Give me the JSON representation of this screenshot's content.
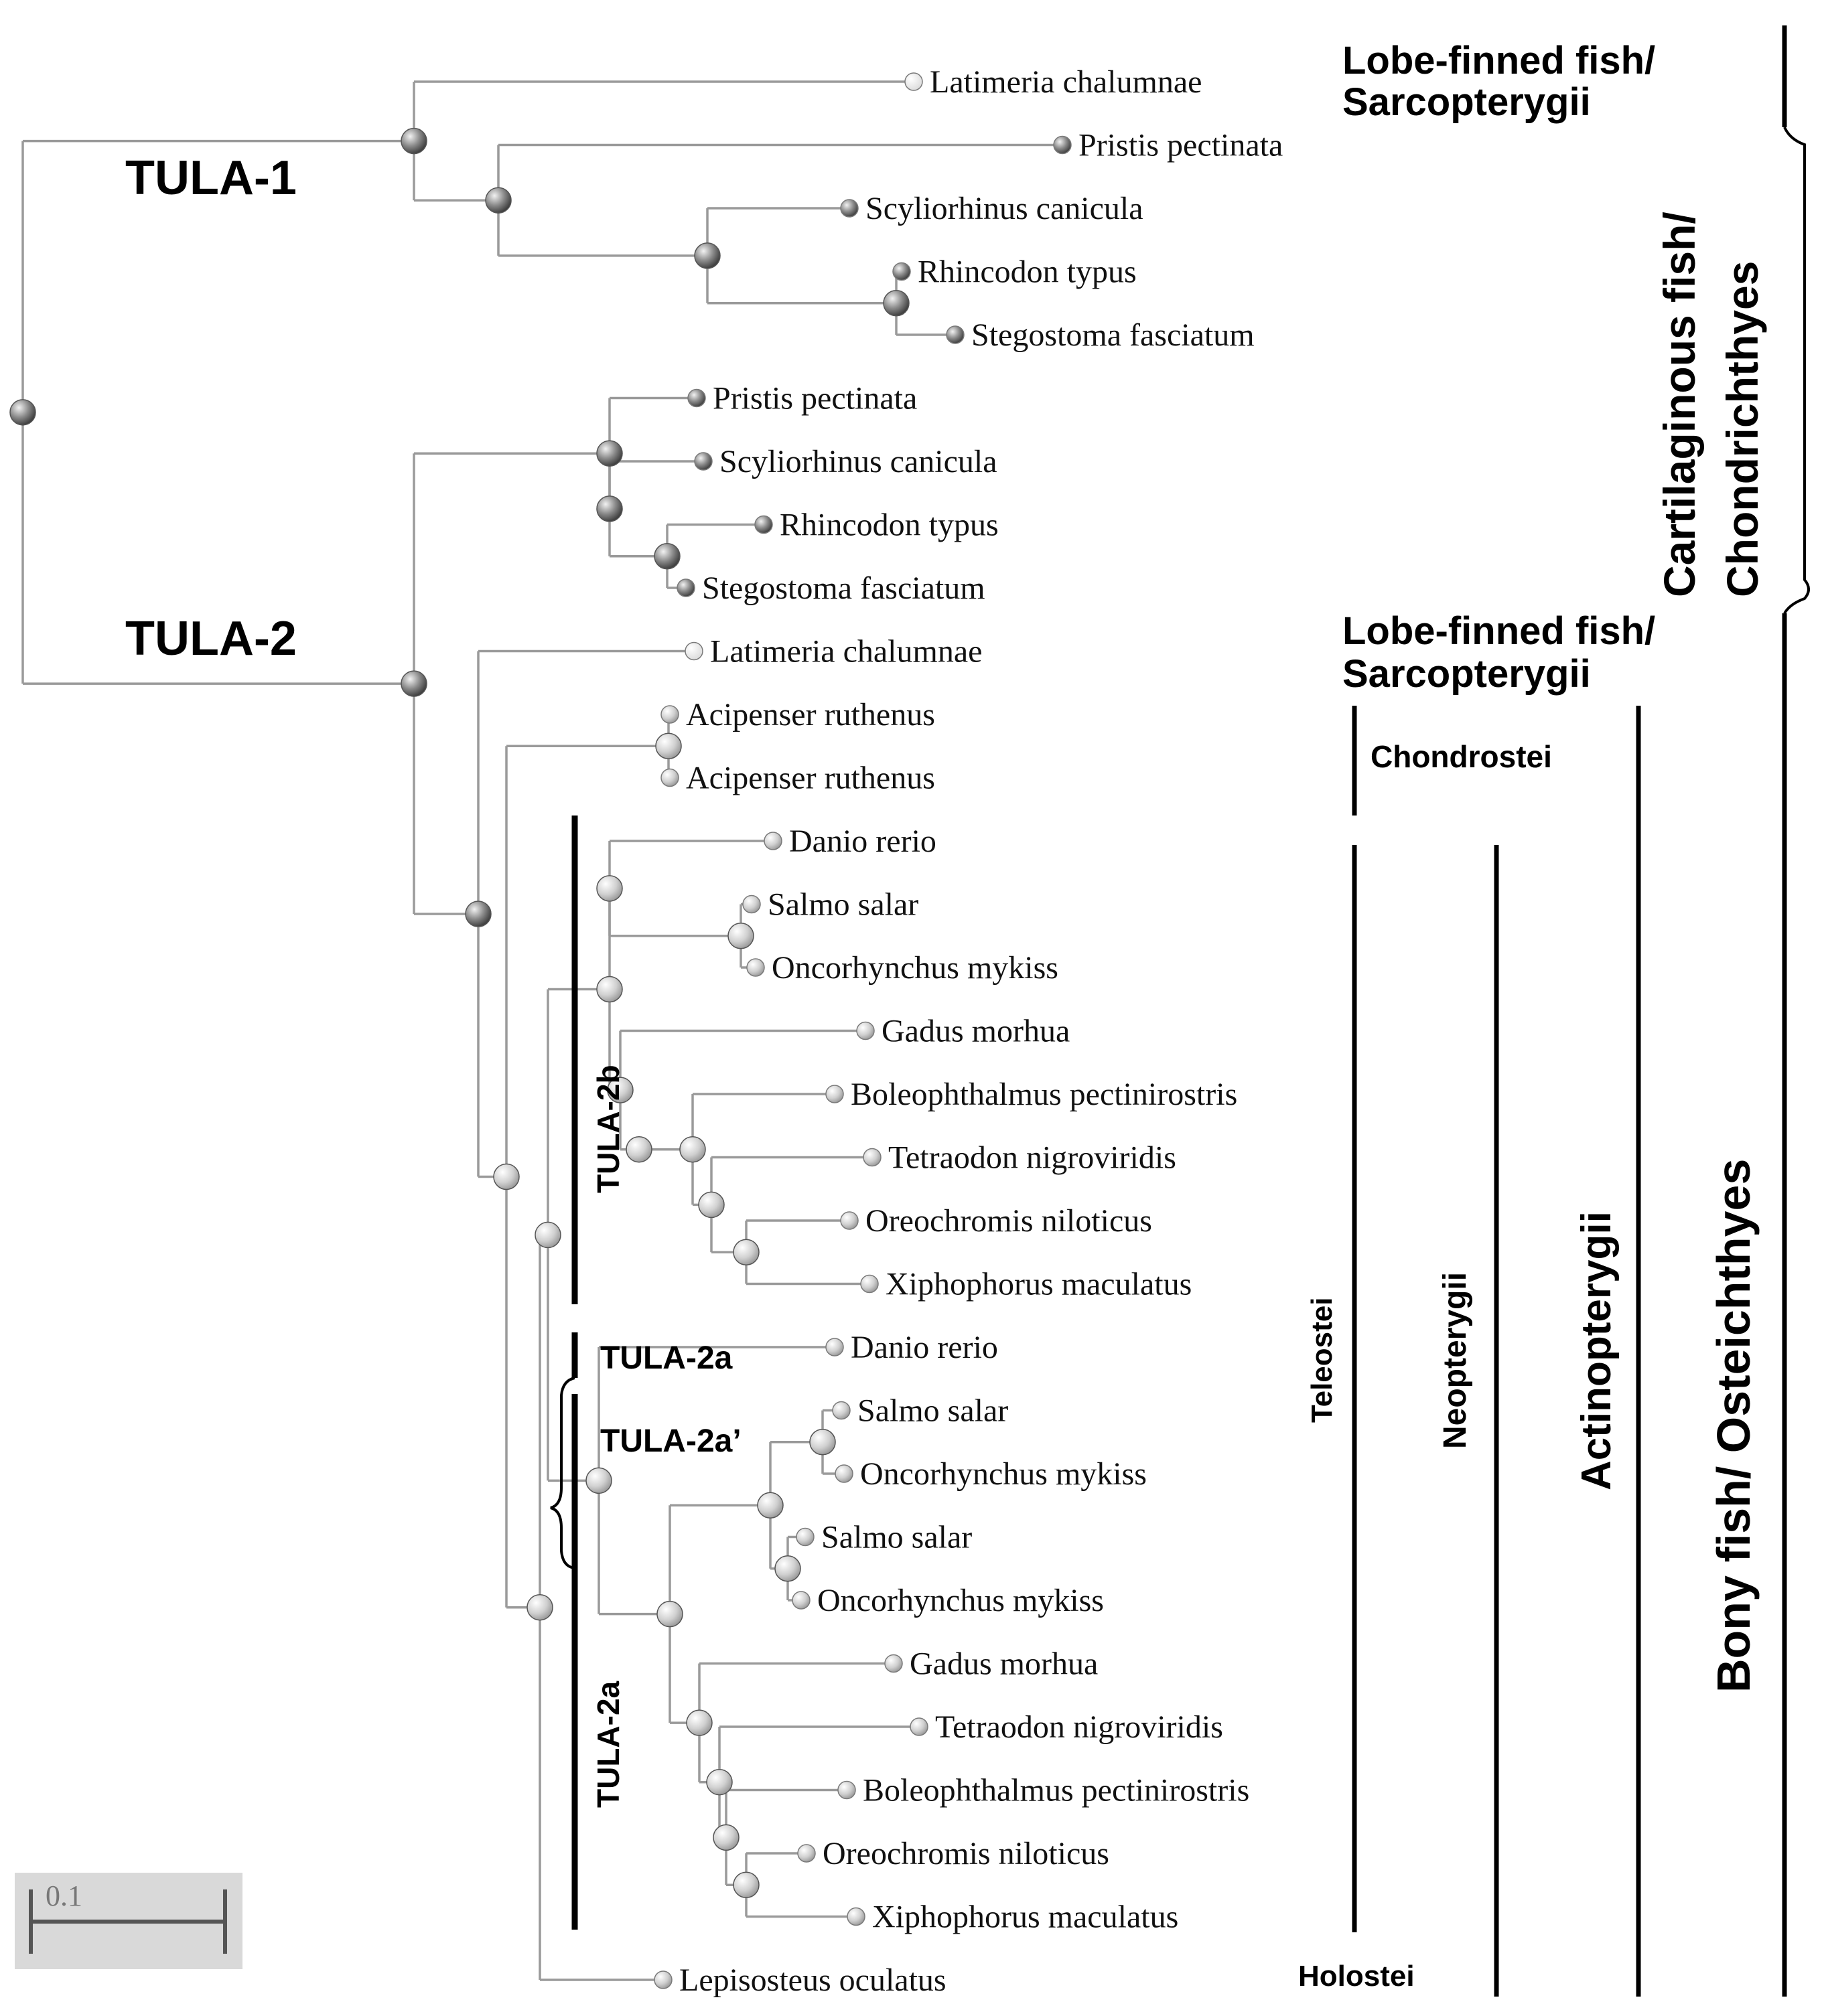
{
  "tree_labels": {
    "tula1": "TULA-1",
    "tula2": "TULA-2",
    "tula2b": "TULA-2b",
    "tula2a_top": "TULA-2a",
    "tula2a_prime": "TULA-2a’",
    "tula2a_vertical": "TULA-2a"
  },
  "taxa": [
    "Latimeria chalumnae",
    "Pristis pectinata",
    "Scyliorhinus canicula",
    "Rhincodon typus",
    "Stegostoma fasciatum",
    "Pristis pectinata",
    "Scyliorhinus canicula",
    "Rhincodon typus",
    "Stegostoma fasciatum",
    "Latimeria chalumnae",
    "Acipenser ruthenus",
    "Acipenser ruthenus",
    "Danio rerio",
    "Salmo salar",
    "Oncorhynchus mykiss",
    "Gadus morhua",
    "Boleophthalmus pectinirostris",
    "Tetraodon nigroviridis",
    "Oreochromis niloticus",
    "Xiphophorus maculatus",
    "Danio rerio",
    "Salmo salar",
    "Oncorhynchus mykiss",
    "Salmo salar",
    "Oncorhynchus mykiss",
    "Gadus morhua",
    "Tetraodon nigroviridis",
    "Boleophthalmus pectinirostris",
    "Oreochromis niloticus",
    "Xiphophorus maculatus",
    "Lepisosteus oculatus"
  ],
  "groups": {
    "lobe_finned_1_line1": "Lobe-finned fish/",
    "lobe_finned_1_line2": "Sarcopterygii",
    "lobe_finned_2_line1": "Lobe-finned fish/",
    "lobe_finned_2_line2": "Sarcopterygii",
    "chondrostei": "Chondrostei",
    "holostei": "Holostei",
    "teleostei": "Teleostei",
    "neopterygii": "Neopterygii",
    "actinopterygii": "Actinopterygii",
    "cartilaginous_line1": "Cartilaginous fish/",
    "cartilaginous_line2": "Chondrichthyes",
    "bony": "Bony fish/ Osteichthyes"
  },
  "scale_bar": {
    "label": "0.1"
  }
}
